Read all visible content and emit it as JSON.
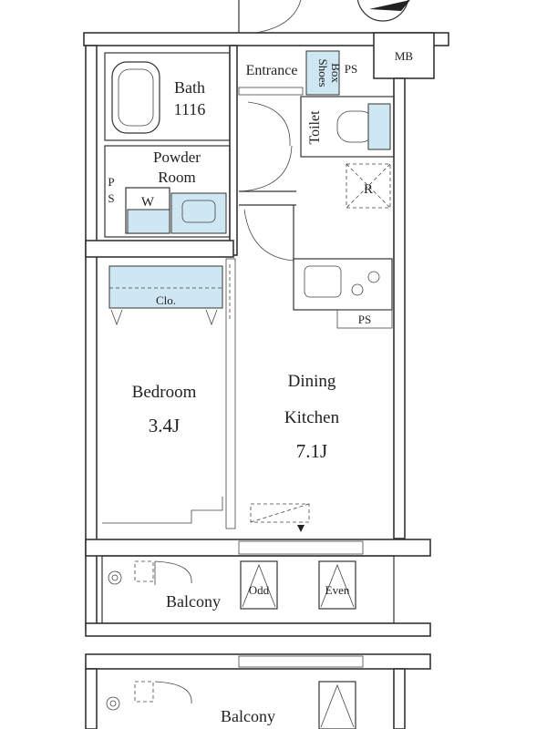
{
  "floorplan": {
    "colors": {
      "fixture": "#cfe6f3",
      "wall": "#333333",
      "background": "#ffffff"
    },
    "rooms": {
      "bath": {
        "name": "Bath",
        "size": "1116"
      },
      "entrance": {
        "name": "Entrance"
      },
      "shoes_box": {
        "name_line1": "Shoes",
        "name_line2": "Box"
      },
      "ps_top": {
        "name": "PS"
      },
      "mb": {
        "name": "MB"
      },
      "toilet": {
        "name": "Toilet"
      },
      "powder_room": {
        "name_line1": "Powder",
        "name_line2": "Room"
      },
      "ps_left": {
        "name_line1": "P",
        "name_line2": "S"
      },
      "washer": {
        "name": "W"
      },
      "refrigerator": {
        "name": "R"
      },
      "ps_kitchen": {
        "name": "PS"
      },
      "closet": {
        "name": "Clo."
      },
      "bedroom": {
        "name": "Bedroom",
        "size": "3.4J"
      },
      "dining_kitchen": {
        "name_line1": "Dining",
        "name_line2": "Kitchen",
        "size": "7.1J"
      },
      "balcony": {
        "name": "Balcony",
        "odd": "Odd",
        "even": "Even"
      },
      "balcony_lower": {
        "name": "Balcony"
      }
    }
  }
}
